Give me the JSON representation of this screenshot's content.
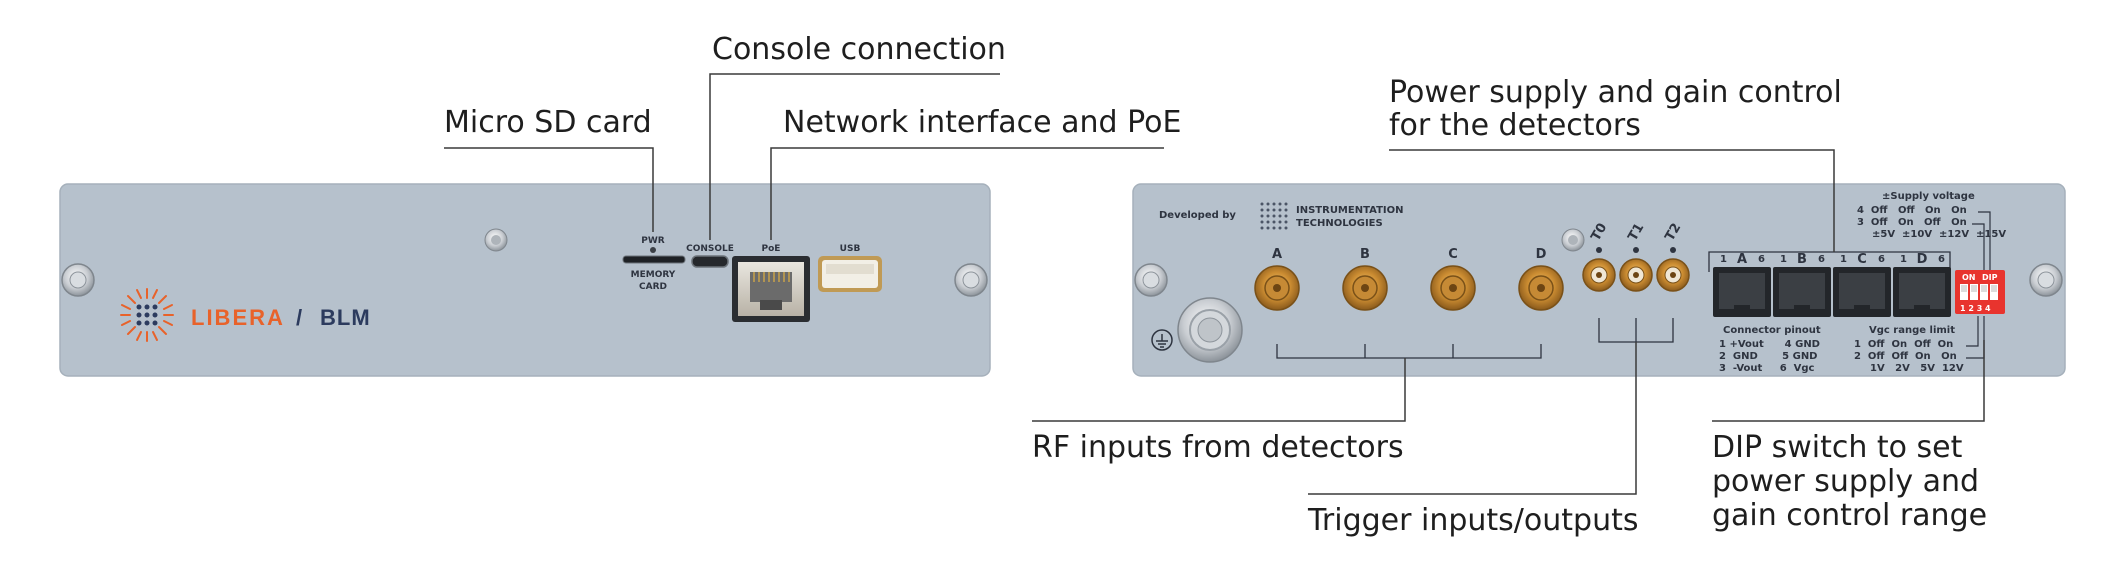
{
  "left_panel": {
    "brand_name": "LIBERA",
    "brand_separator": "/",
    "product_name": "BLM",
    "pwr_label": "PWR",
    "memory_card_label_line1": "MEMORY",
    "memory_card_label_line2": "CARD",
    "console_label": "CONSOLE",
    "poe_label": "PoE",
    "usb_label": "USB"
  },
  "right_panel": {
    "developed_by": "Developed by",
    "company_line1": "INSTRUMENTATION",
    "company_line2": "TECHNOLOGIES",
    "rf_channels": [
      "A",
      "B",
      "C",
      "D"
    ],
    "trigger_channels": [
      "T0",
      "T1",
      "T2"
    ],
    "connector_channels": [
      "A",
      "B",
      "C",
      "D"
    ],
    "pin_left": "1",
    "pin_right": "6",
    "supply_voltage_title": "±Supply voltage",
    "supply_rows": [
      "4  Off   Off   On   On",
      "3  Off   On   Off   On",
      "±5V  ±10V  ±12V  ±15V"
    ],
    "dip_on_label": "ON",
    "dip_label": "DIP",
    "dip_numbers": "1 2 3 4",
    "connector_pinout_title": "Connector pinout",
    "pinout_rows": [
      "1 +Vout      4 GND",
      "2  GND       5 GND",
      "3  -Vout     6  Vgc"
    ],
    "vgc_title": "Vgc range limit",
    "vgc_rows": [
      "1  Off  On  Off  On",
      "2  Off  Off  On   On",
      "1V   2V   5V  12V"
    ]
  },
  "callouts": {
    "micro_sd": "Micro SD card",
    "console": "Console connection",
    "network": "Network interface and PoE",
    "power_supply_line1": "Power supply and gain control",
    "power_supply_line2": "for the detectors",
    "rf_inputs": "RF inputs from detectors",
    "trigger": "Trigger inputs/outputs",
    "dip_line1": "DIP switch to set",
    "dip_line2": "power supply and",
    "dip_line3": "gain control range"
  },
  "colors": {
    "panel": "#b6c1cc",
    "brand_orange": "#e8622a",
    "brand_navy": "#2c3b5e",
    "dip_red": "#e8342e",
    "gold": "#d39a3a"
  }
}
